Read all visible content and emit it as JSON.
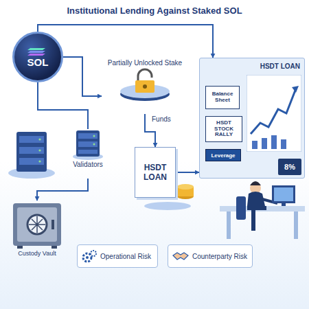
{
  "diagram": {
    "title": "Institutional Lending Against Staked SOL",
    "nodes": [
      {
        "text": [
          "SOL"
        ]
      },
      {
        "text": [
          "Partially Unlocked Stake"
        ]
      },
      {
        "text": [
          "Validators"
        ]
      },
      {
        "text": [
          "HSDT LOAN"
        ]
      },
      {
        "text": [
          "HSDT LOAN"
        ]
      },
      {
        "text": [
          "Balance Sheet"
        ],
        "in": 4
      },
      {
        "text": [
          "HSDT STOCK RALLY"
        ],
        "in": 4
      },
      {
        "text": [
          "Leverage"
        ],
        "in": 4
      },
      {
        "text": [
          "8%"
        ],
        "in": 4
      },
      {
        "text": [
          "Custody Vault"
        ]
      },
      {
        "text": [
          "Operational Risk"
        ]
      },
      {
        "text": [
          "Counterparty Risk"
        ]
      }
    ],
    "edges": [
      {
        "from": 0,
        "to": 2,
        "arrow": "none"
      },
      {
        "from": 0,
        "to": 1,
        "arrow": "to"
      },
      {
        "from": 1,
        "to": 3,
        "label": "Funds",
        "arrow": "to"
      },
      {
        "from": 3,
        "to": 4,
        "arrow": "to"
      },
      {
        "from": 0,
        "to": 4,
        "arrow": "to"
      },
      {
        "from": 2,
        "to": 9,
        "arrow": "to"
      }
    ]
  }
}
